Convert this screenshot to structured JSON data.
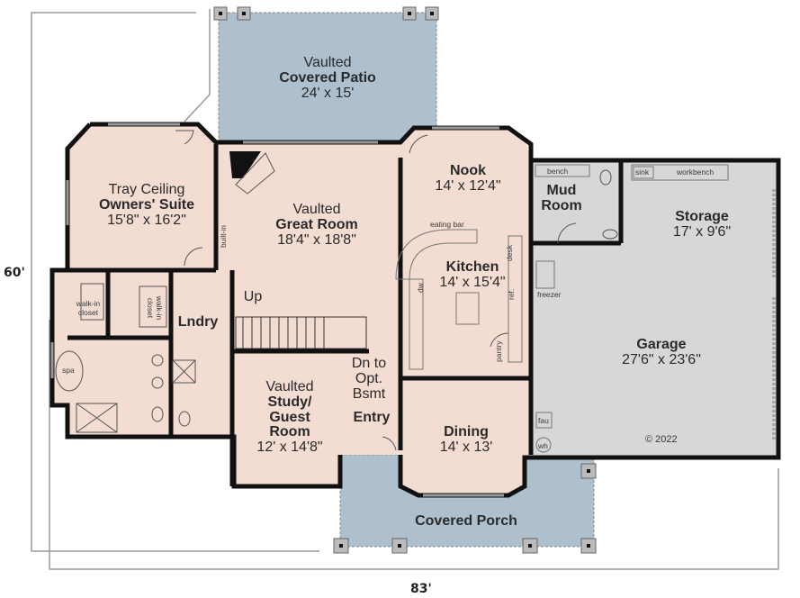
{
  "dimensions": {
    "width": "83'",
    "depth": "60'"
  },
  "copyright": "© 2022",
  "colors": {
    "interior": "#f3dcd2",
    "covered": "#aebfcd",
    "garage": "#d8d6d6",
    "wall": "#111111",
    "dimension_line": "#9a9a9a"
  },
  "rooms": {
    "patio": {
      "line1": "Vaulted",
      "name": "Covered Patio",
      "size": "24' x 15'"
    },
    "owners_suite": {
      "line1": "Tray Ceiling",
      "name": "Owners' Suite",
      "size": "15'8\" x 16'2\""
    },
    "great_room": {
      "line1": "Vaulted",
      "name": "Great Room",
      "size": "18'4\" x 18'8\""
    },
    "nook": {
      "name": "Nook",
      "size": "14' x 12'4\""
    },
    "mud_room": {
      "name1": "Mud",
      "name2": "Room"
    },
    "storage": {
      "name": "Storage",
      "size": "17' x 9'6\""
    },
    "kitchen": {
      "name": "Kitchen",
      "size": "14' x 15'4\""
    },
    "garage": {
      "name": "Garage",
      "size": "27'6\" x 23'6\""
    },
    "laundry": {
      "name": "Lndry"
    },
    "study": {
      "line1": "Vaulted",
      "name1": "Study/",
      "name2": "Guest",
      "name3": "Room",
      "size": "12' x 14'8\""
    },
    "basement_stair": {
      "line1": "Dn to",
      "line2": "Opt.",
      "line3": "Bsmt"
    },
    "stair_up": {
      "label": "Up"
    },
    "entry": {
      "name": "Entry"
    },
    "dining": {
      "name": "Dining",
      "size": "14' x 13'"
    },
    "porch": {
      "name": "Covered Porch"
    }
  },
  "fixtures": {
    "built_in_1": "built-in",
    "walk_in_closet_1": "walk-in closet",
    "walk_in_closet_2": "walk-in closet",
    "spa": "spa",
    "eating_bar": "eating bar",
    "desk": "desk",
    "dw": "dw",
    "ref": "ref.",
    "pantry": "pantry",
    "bench": "bench",
    "sink": "sink",
    "workbench": "workbench",
    "freezer": "freezer",
    "fau": "fau",
    "wh": "wh"
  }
}
